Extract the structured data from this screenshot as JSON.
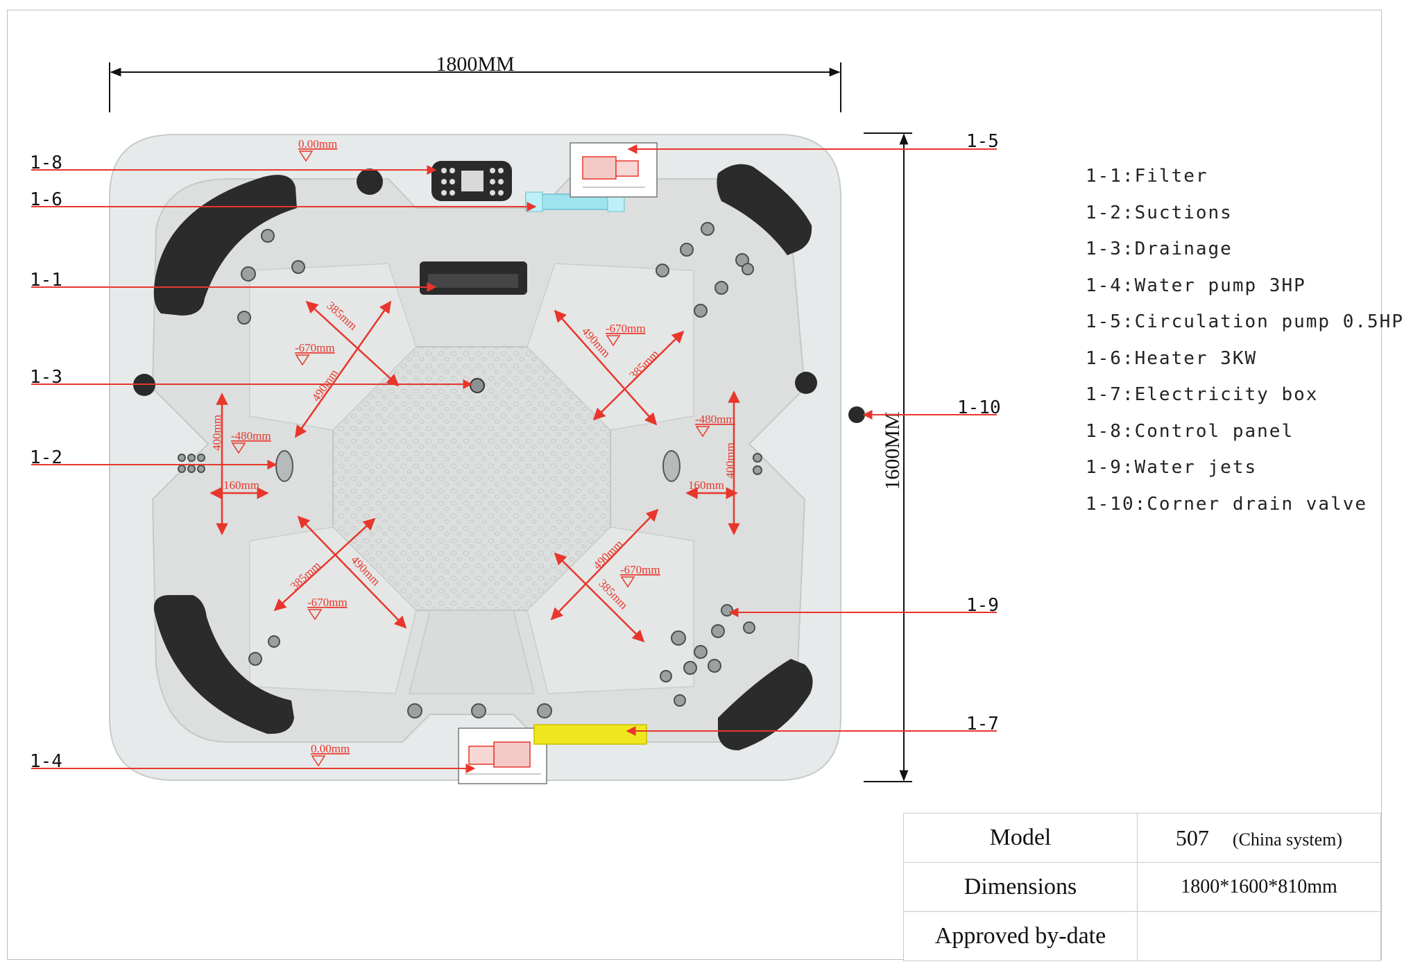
{
  "dimensions": {
    "width_label": "1800MM",
    "height_label": "1600MM"
  },
  "callouts": {
    "c1_8": "1-8",
    "c1_6": "1-6",
    "c1_1": "1-1",
    "c1_3": "1-3",
    "c1_2": "1-2",
    "c1_4": "1-4",
    "c1_5": "1-5",
    "c1_10": "1-10",
    "c1_9": "1-9",
    "c1_7": "1-7"
  },
  "legend": [
    "1-1:Filter",
    "1-2:Suctions",
    "1-3:Drainage",
    "1-4:Water pump 3HP",
    "1-5:Circulation pump 0.5HP",
    "1-6:Heater 3KW",
    "1-7:Electricity box",
    "1-8:Control panel",
    "1-9:Water jets",
    "1-10:Corner drain valve"
  ],
  "measurements": {
    "level_top": "0.00mm",
    "level_bottom": "0.00mm",
    "seat_level": "-670mm",
    "side_level": "-480mm",
    "d385": "385mm",
    "d490": "490mm",
    "d400": "400mm",
    "d160": "160mm"
  },
  "spec_table": {
    "model_label": "Model",
    "model_value": "507",
    "model_note": "(China system)",
    "dimensions_label": "Dimensions",
    "dimensions_value": "1800*1600*810mm",
    "approved_label": "Approved by-date",
    "approved_value": ""
  },
  "colors": {
    "annotation_red": "#e8362c",
    "shell": "#e6e9e8",
    "shell_shadow": "#cfd4d3",
    "pillow": "#2a2a2a",
    "heater": "#9ee3ef",
    "electricity_box": "#f2e81e"
  }
}
